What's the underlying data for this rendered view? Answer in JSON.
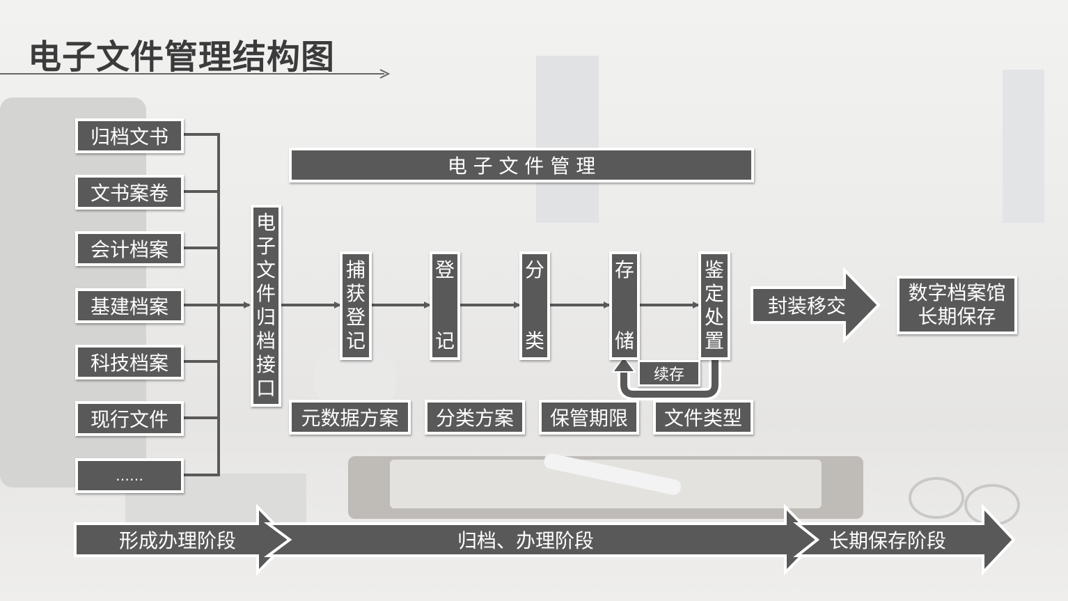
{
  "title": "电子文件管理结构图",
  "left_items": [
    "归档文书",
    "文书案卷",
    "会计档案",
    "基建档案",
    "科技档案",
    "现行文件",
    "……"
  ],
  "management_header": "电 子 文 件 管 理",
  "interface_label": [
    "电",
    "子",
    "文",
    "件",
    "归",
    "档",
    "接",
    "口"
  ],
  "steps": {
    "capture": [
      "捕",
      "获",
      "登",
      "记"
    ],
    "register": [
      "登",
      "记"
    ],
    "classify": [
      "分",
      "类"
    ],
    "store": [
      "存",
      "储"
    ],
    "appraise": [
      "鉴",
      "定",
      "处",
      "置"
    ]
  },
  "continue_store": "续存",
  "plans": [
    "元数据方案",
    "分类方案",
    "保管期限",
    "文件类型"
  ],
  "package_transfer": "封装移交",
  "archive": [
    "数字档案馆",
    "长期保存"
  ],
  "phases": [
    "形成办理阶段",
    "归档、办理阶段",
    "长期保存阶段"
  ],
  "colors": {
    "box_fill": "#595959",
    "border": "#ffffff",
    "connector": "#595959",
    "title": "#3b3b3b"
  }
}
